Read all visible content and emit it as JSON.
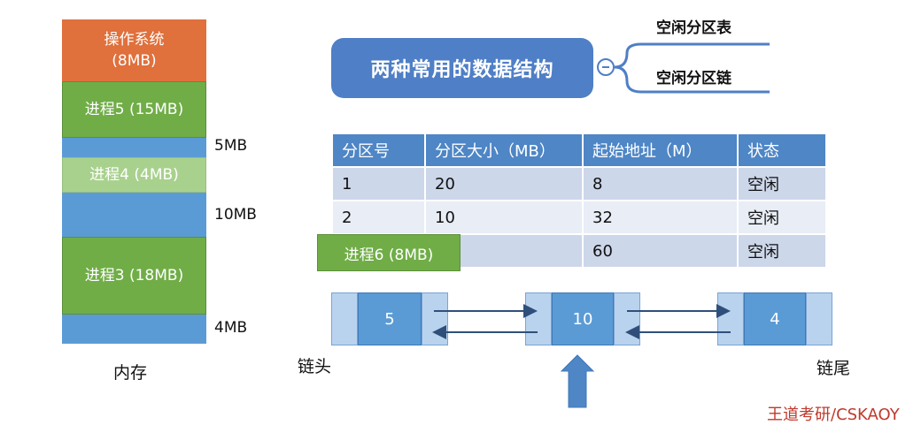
{
  "memory": {
    "blocks": [
      {
        "line1": "操作系统",
        "line2": "(8MB)"
      },
      {
        "label": "进程5 (15MB)"
      },
      {
        "label": "进程4 (4MB)"
      },
      {
        "label": "进程3 (18MB)"
      }
    ],
    "free_sizes": [
      "5MB",
      "10MB",
      "4MB"
    ],
    "caption": "内存"
  },
  "mindmap": {
    "root": "两种常用的数据结构",
    "children": [
      "空闲分区表",
      "空闲分区链"
    ]
  },
  "table": {
    "headers": [
      "分区号",
      "分区大小（MB）",
      "起始地址（M）",
      "状态"
    ],
    "rows": [
      [
        "1",
        "20",
        "8",
        "空闲"
      ],
      [
        "2",
        "10",
        "32",
        "空闲"
      ],
      [
        "",
        "",
        "60",
        "空闲"
      ]
    ]
  },
  "overlay": {
    "process6": "进程6 (8MB)"
  },
  "linked_list": {
    "nodes": [
      "5",
      "10",
      "4"
    ],
    "head_label": "链头",
    "tail_label": "链尾"
  },
  "colors": {
    "os": "#e0703c",
    "process": "#70ad47",
    "process_light": "#a9d18e",
    "free": "#5b9bd5",
    "mindmap_box": "#4f7fc6",
    "table_header": "#4e86c6",
    "arrow": "#2f4f7a"
  },
  "watermark": "王道考研/CSKAOY"
}
